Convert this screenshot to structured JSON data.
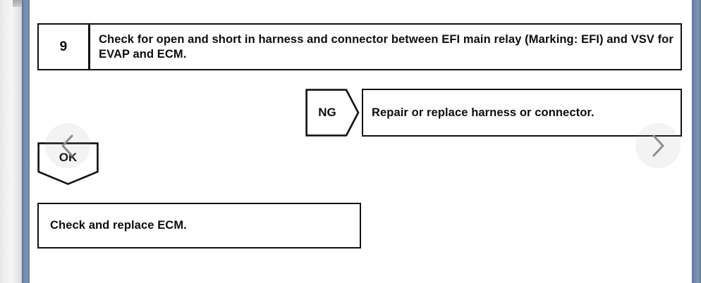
{
  "viewer": {
    "background_color": "#ffffff",
    "chrome_bar_color": "#74. 8cad",
    "left_scrollbar": {
      "name": "vertical-scrollbar",
      "thumb_present": true
    }
  },
  "flowchart": {
    "type": "troubleshooting-flowchart",
    "step": {
      "number": "9",
      "description": "Check for open and short in harness and connector between EFI main relay (Marking: EFI) and VSV for EVAP and ECM."
    },
    "branches": [
      {
        "label": "NG",
        "shape": "right-arrow-pentagon",
        "result": "Repair or replace harness or connector."
      },
      {
        "label": "OK",
        "shape": "down-arrow-pentagon",
        "result": "Check and replace ECM."
      }
    ]
  },
  "navigation": {
    "previous": {
      "label": "Previous page",
      "icon": "chevron-left-icon"
    },
    "next": {
      "label": "Next page",
      "icon": "chevron-right-icon"
    }
  }
}
